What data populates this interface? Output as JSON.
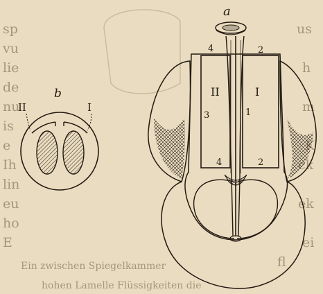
{
  "colors": {
    "paper": "#e9dcc0",
    "ink": "#231a12",
    "bleed": "#6e5d44"
  },
  "figure_b": {
    "label": "b",
    "roman_left": "II",
    "roman_right": "I"
  },
  "figure_main": {
    "label": "a",
    "panel_left": {
      "roman": "II",
      "num_top": "4",
      "num_side": "3",
      "num_bottom": "4"
    },
    "panel_right": {
      "roman": "I",
      "num_top": "2",
      "num_side": "1",
      "num_bottom": "2"
    }
  },
  "bleed_through": {
    "left_margin": [
      "sp",
      "vu",
      "lie",
      "de",
      "nu",
      "is",
      "e",
      "Ih",
      "lin",
      "eu",
      "ho",
      "E"
    ],
    "right_margin": [
      "us",
      "h",
      "m",
      "K",
      "ck",
      "ek",
      "ei",
      "fl"
    ],
    "bottom_lines": [
      "Ein  zwischen  Spiegelkammer",
      "hohen  Lamelle  Flüssigkeiten  die"
    ]
  }
}
